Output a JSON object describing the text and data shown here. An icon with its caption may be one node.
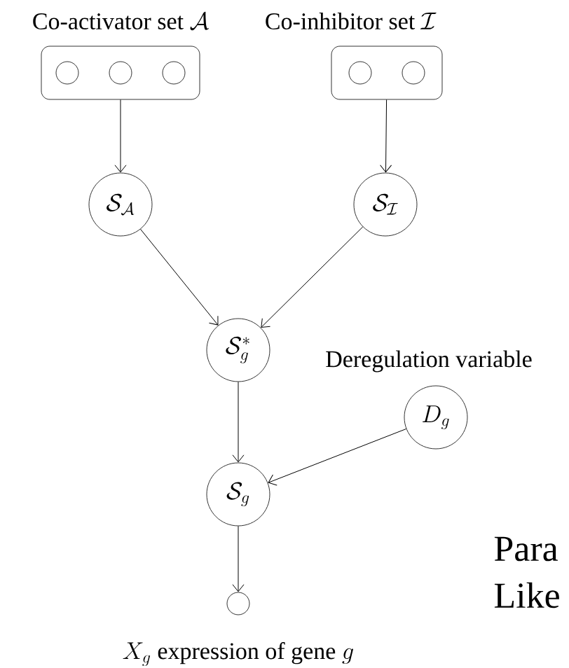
{
  "diagram": {
    "nodes": [
      {
        "text": [
          "\\text{Co-activator set } \\mathcal{A}"
        ]
      },
      {
        "text": [],
        "shape": "circle",
        "in": 0
      },
      {
        "text": [],
        "shape": "circle",
        "in": 0
      },
      {
        "text": [],
        "shape": "circle",
        "in": 0
      },
      {
        "text": [
          "\\text{Co-inhibitor set } \\mathcal{I}"
        ]
      },
      {
        "text": [],
        "shape": "circle",
        "in": 4
      },
      {
        "text": [],
        "shape": "circle",
        "in": 4
      },
      {
        "text": [
          "\\mathcal{S}_{\\mathcal{A}}"
        ]
      },
      {
        "text": [
          "\\mathcal{S}_{\\mathcal{I}}"
        ]
      },
      {
        "text": [
          "\\mathcal{S}^*_g"
        ]
      },
      {
        "text": [
          "D_g"
        ],
        "beside": [
          "Deregulation variable"
        ]
      },
      {
        "text": [
          "\\mathcal{S}_g"
        ]
      },
      {
        "text": [],
        "shape": "circle",
        "beside": [
          "X_g \\text{ expression of gene } g"
        ]
      }
    ],
    "edges": [
      {
        "from": 0,
        "to": 7,
        "arrow": "to"
      },
      {
        "from": 4,
        "to": 8,
        "arrow": "to"
      },
      {
        "from": 7,
        "to": 9,
        "arrow": "to"
      },
      {
        "from": 8,
        "to": 9,
        "arrow": "to"
      },
      {
        "from": 9,
        "to": 11,
        "arrow": "to"
      },
      {
        "from": 10,
        "to": 11,
        "arrow": "to"
      },
      {
        "from": 11,
        "to": 12,
        "arrow": "to"
      }
    ],
    "labels": [
      "Para",
      "Like"
    ]
  }
}
